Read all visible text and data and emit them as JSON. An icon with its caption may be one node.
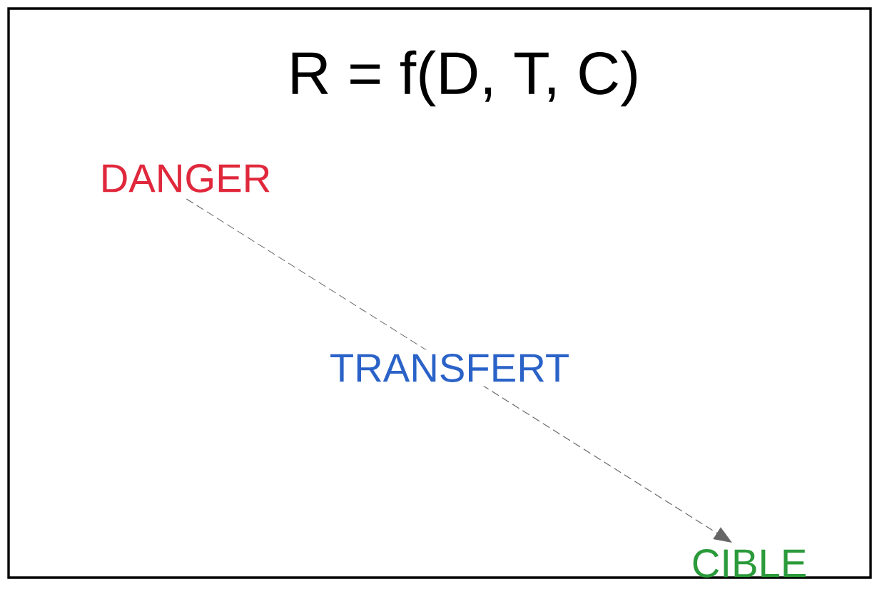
{
  "diagram": {
    "title": "R = f(D, T, C)",
    "nodes": [
      {
        "text": [
          "DANGER"
        ]
      },
      {
        "text": [
          "CIBLE"
        ]
      }
    ],
    "edges": [
      {
        "from": 0,
        "to": 1,
        "arrow": "to",
        "label": "TRANSFERT",
        "style": "dashed"
      }
    ]
  }
}
